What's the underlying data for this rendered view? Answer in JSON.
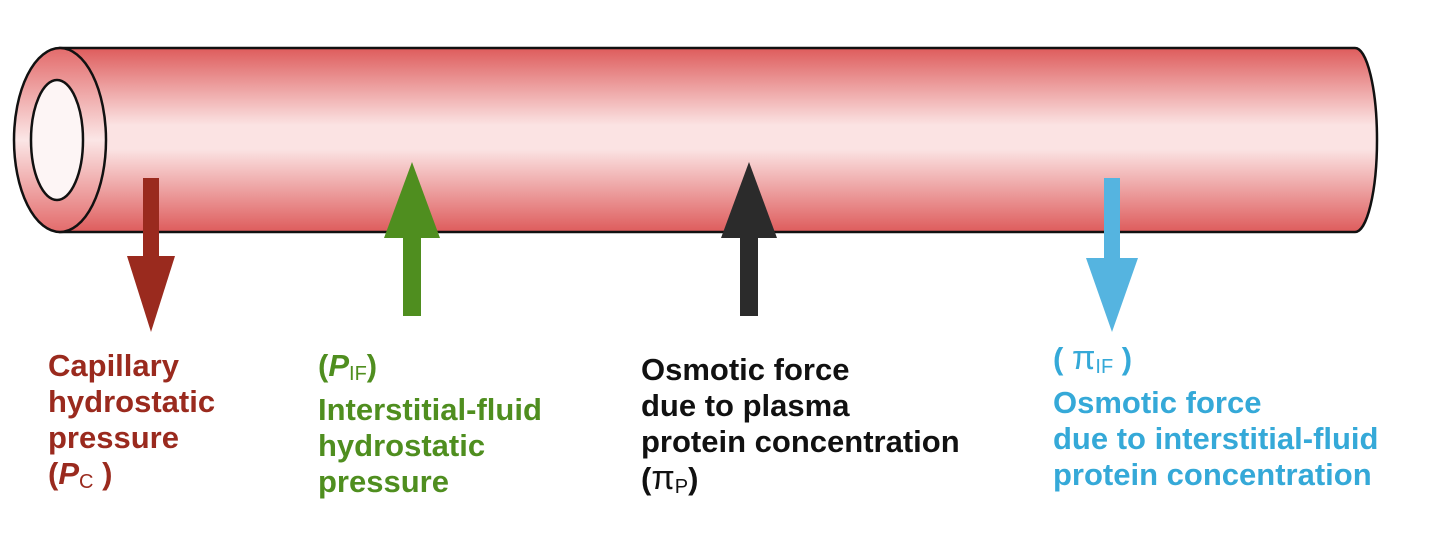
{
  "colors": {
    "vessel_red": "#de5c5c",
    "vessel_highlight": "#fbe3e3",
    "capillary_pressure": "#9a2a1e",
    "interstitial_pressure": "#4f8e1f",
    "plasma_osmotic": "#111111",
    "interstitial_osmotic": "#35a9d8"
  },
  "icons": {
    "vessel": "capillary-tube-icon",
    "pc_arrow": "arrow-down-icon",
    "pif_arrow": "arrow-up-icon",
    "pip_arrow": "arrow-up-icon",
    "piif_arrow": "arrow-down-icon"
  },
  "forces": {
    "pc": {
      "lines": [
        "Capillary",
        "hydrostatic",
        "pressure"
      ],
      "symbol_open": "(",
      "symbol": "P",
      "symbol_sub": "C",
      "symbol_close": " )"
    },
    "pif": {
      "symbol_open": "(",
      "symbol": "P",
      "symbol_sub": "IF",
      "symbol_close": ")",
      "lines": [
        "Interstitial-fluid",
        "hydrostatic",
        "pressure"
      ]
    },
    "pip": {
      "lines": [
        "Osmotic force",
        "due to plasma",
        "protein concentration"
      ],
      "symbol_open": "(",
      "symbol": "π",
      "symbol_sub": "P",
      "symbol_close": ")"
    },
    "piif": {
      "symbol_open": "( ",
      "symbol": "π",
      "symbol_sub": "IF",
      "symbol_close": " )",
      "lines": [
        "Osmotic force",
        "due to interstitial-fluid",
        "protein concentration"
      ]
    }
  }
}
